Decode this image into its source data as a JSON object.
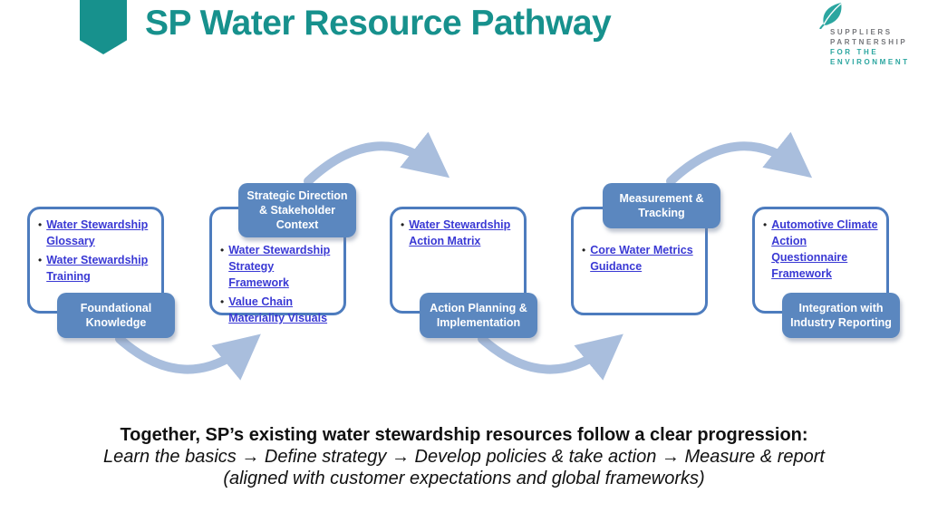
{
  "header": {
    "title": "SP Water Resource Pathway",
    "logo": {
      "line1": "SUPPLIERS",
      "line2": "PARTNERSHIP",
      "line3": "FOR THE",
      "line4": "ENVIRONMENT"
    }
  },
  "stages": [
    {
      "label": "Foundational Knowledge",
      "label_position": "bottom",
      "links": [
        "Water Stewardship Glossary",
        "Water Stewardship Training"
      ]
    },
    {
      "label": "Strategic Direction & Stakeholder Context",
      "label_position": "top",
      "links": [
        "Water Stewardship Strategy Framework",
        "Value Chain Materiality Visuals"
      ]
    },
    {
      "label": "Action Planning & Implementation",
      "label_position": "bottom",
      "links": [
        "Water Stewardship Action Matrix"
      ]
    },
    {
      "label": "Measurement & Tracking",
      "label_position": "top",
      "links": [
        "Core Water Metrics Guidance"
      ]
    },
    {
      "label": "Integration with Industry Reporting",
      "label_position": "bottom",
      "links": [
        "Automotive Climate Action Questionnaire Framework"
      ]
    }
  ],
  "footer": {
    "line1": "Together, SP’s existing water stewardship resources follow a clear progression:",
    "line2": "Learn the basics → Define strategy → Develop policies & take action → Measure & report",
    "line3": "(aligned with customer expectations and global frameworks)"
  },
  "colors": {
    "teal": "#17918d",
    "logo_teal": "#2ba6a0",
    "logo_gray": "#77787c",
    "label_blue": "#5b87bf",
    "border_blue": "#4d7cbe",
    "arrow_blue": "#a9bedd",
    "link_blue": "#3a39d4"
  }
}
